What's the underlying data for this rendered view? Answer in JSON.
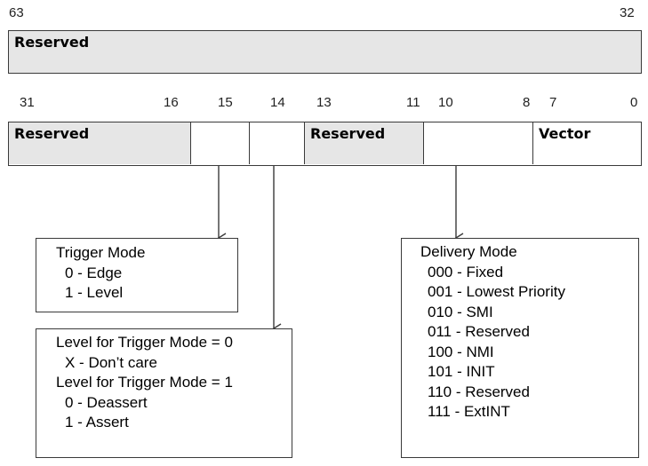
{
  "upper_register": {
    "bit_labels": [
      "63",
      "32"
    ],
    "fields": [
      {
        "label": "Reserved",
        "shaded": true
      }
    ]
  },
  "lower_register": {
    "bit_labels": [
      "31",
      "16",
      "15",
      "14",
      "13",
      "11",
      "10",
      "8",
      "7",
      "0"
    ],
    "fields": [
      {
        "label": "Reserved",
        "shaded": true
      },
      {
        "label": "",
        "shaded": false
      },
      {
        "label": "",
        "shaded": false
      },
      {
        "label": "Reserved",
        "shaded": true
      },
      {
        "label": "",
        "shaded": false
      },
      {
        "label": "Vector",
        "shaded": false
      }
    ]
  },
  "trigger_mode_box": {
    "lines": [
      "Trigger Mode",
      " 0 - Edge",
      " 1 - Level"
    ]
  },
  "level_box": {
    "lines": [
      "Level for Trigger Mode = 0",
      "  X - Don’t care",
      "Level for Trigger Mode = 1",
      "  0 - Deassert",
      "  1 - Assert"
    ]
  },
  "delivery_mode_box": {
    "lines": [
      "Delivery Mode",
      " 000 - Fixed",
      " 001 - Lowest Priority",
      " 010 - SMI",
      " 011 - Reserved",
      " 100 - NMI",
      " 101 - INIT",
      " 110 - Reserved",
      " 111 - ExtINT"
    ]
  },
  "colors": {
    "shaded_field": "#e6e6e6",
    "border": "#3a3a3a"
  }
}
